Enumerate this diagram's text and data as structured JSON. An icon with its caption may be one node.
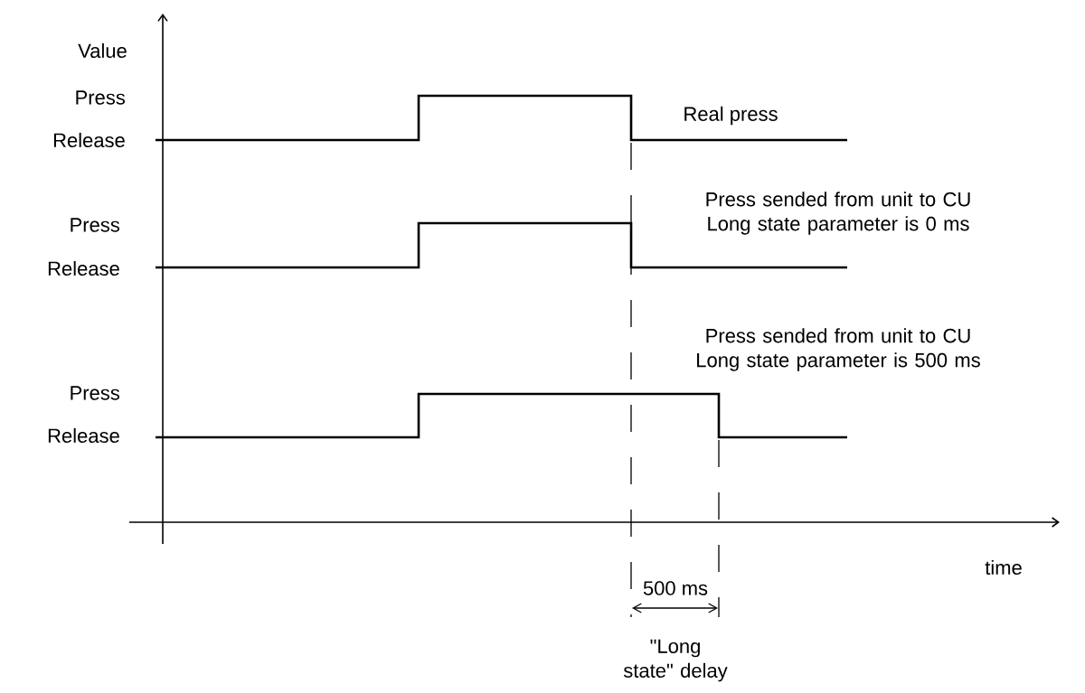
{
  "diagram": {
    "labels": [
      "Value",
      "Press",
      "Real press",
      "Release",
      "Press sended from unit to CU Long state parameter is 0 ms",
      "Press",
      "Release",
      "Press sended from unit to CU Long state parameter is 500 ms",
      "Press",
      "Release",
      "time",
      "500 ms",
      "\"Long state\" delay"
    ]
  }
}
